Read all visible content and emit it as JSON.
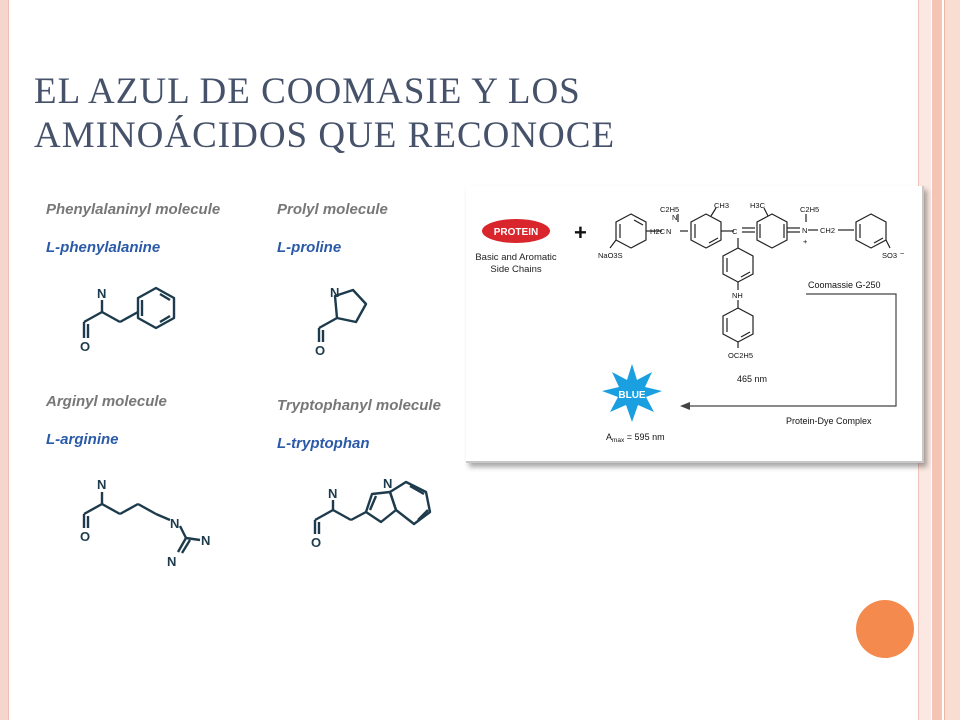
{
  "slide": {
    "title_line1": "EL AZUL DE COOMASIE Y LOS",
    "title_line2": "AMINOÁCIDOS QUE RECONOCE"
  },
  "amino_acids": [
    {
      "caption": "Phenylalaninyl molecule",
      "name": "L-phenylalanine"
    },
    {
      "caption": "Prolyl molecule",
      "name": "L-proline"
    },
    {
      "caption": "Arginyl molecule",
      "name": "L-arginine"
    },
    {
      "caption": "Tryptophanyl molecule",
      "name": "L-tryptophan"
    }
  ],
  "atom_labels": {
    "N": "N",
    "O": "O"
  },
  "reaction": {
    "protein_badge": "PROTEIN",
    "protein_desc_line1": "Basic and Aromatic",
    "protein_desc_line2": "Side Chains",
    "plus": "+",
    "dye_name": "Coomassie G-250",
    "wavelength_free": "465 nm",
    "blue_badge": "BLUE",
    "complex_label": "Protein-Dye Complex",
    "amax_label": "A",
    "amax_sub": "max",
    "amax_value": " = 595 nm",
    "groups": {
      "c2h5": "C2H5",
      "ch3": "CH3",
      "h3c": "H3C",
      "h2c": "H2C",
      "ch2": "CH2",
      "n": "N",
      "c": "C",
      "nh": "NH",
      "oc2h5": "OC2H5",
      "nao3s": "NaO3S",
      "so3": "SO3",
      "minus": "−",
      "plus": "+"
    }
  },
  "colors": {
    "title": "#46526a",
    "caption": "#777777",
    "name": "#2a5aa8",
    "structure": "#1d3b4c",
    "protein_red": "#d8262c",
    "blue_star": "#1aa0e0",
    "accent_orange": "#f58a4f"
  }
}
